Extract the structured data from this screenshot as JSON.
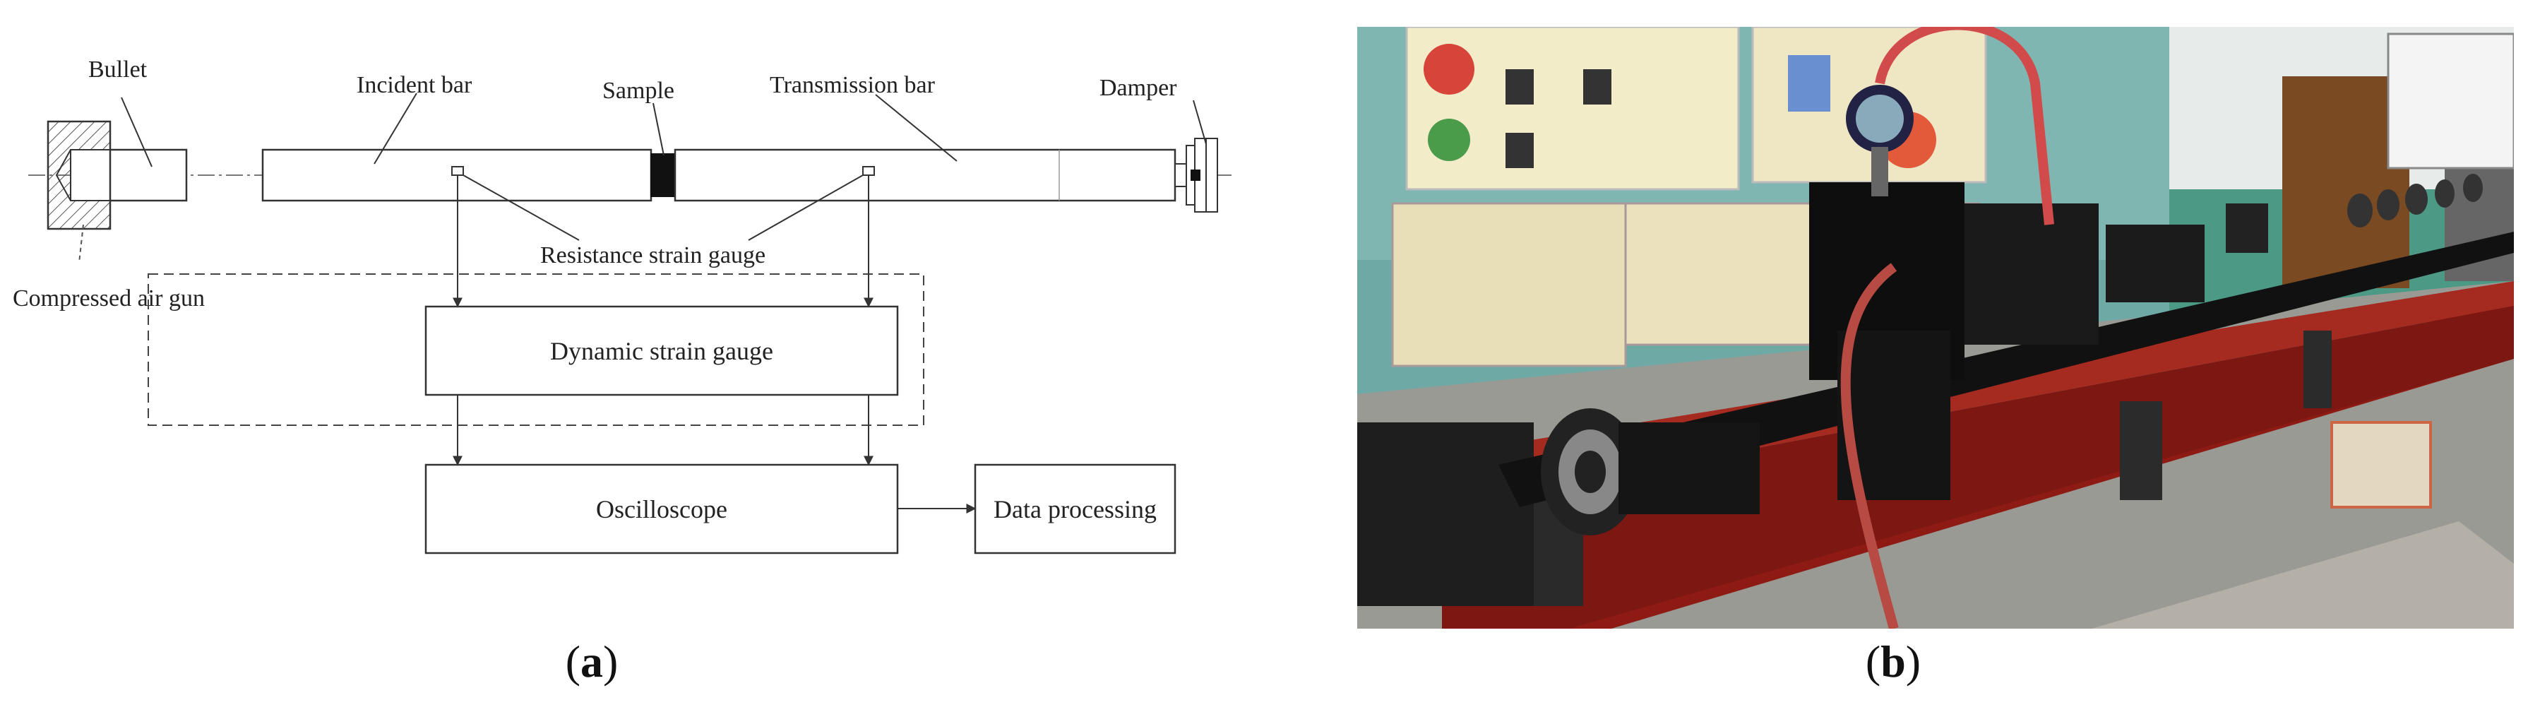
{
  "schematic": {
    "labels": {
      "bullet": "Bullet",
      "incident_bar": "Incident bar",
      "sample": "Sample",
      "transmission_bar": "Transmission bar",
      "damper": "Damper",
      "compressed_air_gun": "Compressed air gun",
      "resistance_strain_gauge": "Resistance strain gauge",
      "dynamic_strain_gauge": "Dynamic strain gauge",
      "oscilloscope": "Oscilloscope",
      "data_processing": "Data processing"
    }
  },
  "captions": {
    "a_open": "(",
    "a_letter": "a",
    "a_close": ")",
    "b_open": "(",
    "b_letter": "b",
    "b_close": ")"
  },
  "colors": {
    "line": "#333333",
    "sample_fill": "#111111",
    "frame_red": "#8e1a14",
    "wall_teal": "#6fa9a6",
    "floor_gray": "#9a9a94"
  }
}
